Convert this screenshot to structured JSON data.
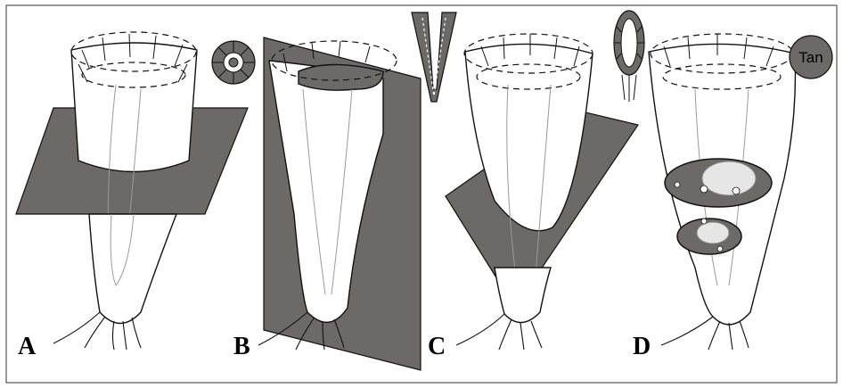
{
  "panels": [
    {
      "id": "A",
      "label": "A"
    },
    {
      "id": "B",
      "label": "B"
    },
    {
      "id": "C",
      "label": "C"
    },
    {
      "id": "D",
      "label": "D"
    }
  ],
  "icons": {
    "A": "radial-cross-section-icon",
    "B": "longitudinal-v-section-icon",
    "C": "oblique-oval-section-icon",
    "D": "tangential-section-icon"
  },
  "tangential_icon_text": "Tan",
  "colors": {
    "plane": "#6b6a67",
    "outline": "#111111",
    "frame": "#555555"
  }
}
